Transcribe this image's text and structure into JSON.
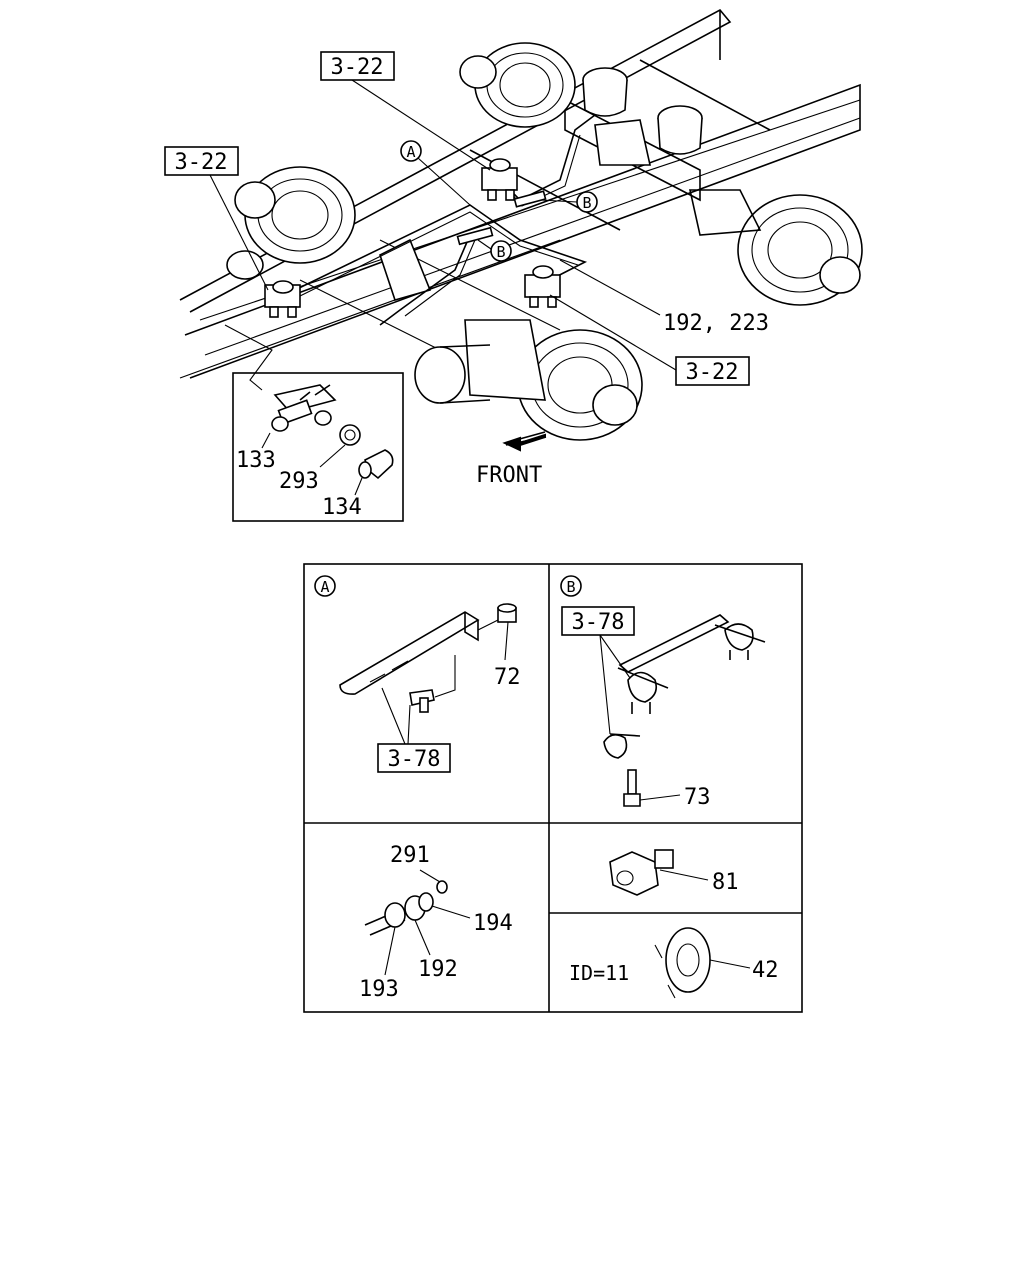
{
  "main_view": {
    "ref_top": "3-22",
    "ref_left": "3-22",
    "ref_right": "3-22",
    "callout_a": "A",
    "callout_b1": "B",
    "callout_b2": "B",
    "label_pipe": "192, 223",
    "front_label": "FRONT",
    "inset": {
      "part_133": "133",
      "part_293": "293",
      "part_134": "134"
    }
  },
  "detail_a": {
    "marker": "A",
    "ref": "3-78",
    "part_72": "72"
  },
  "detail_b": {
    "marker": "B",
    "ref": "3-78",
    "part_73": "73"
  },
  "detail_fitting": {
    "part_291": "291",
    "part_194": "194",
    "part_192": "192",
    "part_193": "193"
  },
  "detail_nut": {
    "part_81": "81"
  },
  "detail_washer": {
    "id_label": "ID=11",
    "part_42": "42"
  }
}
